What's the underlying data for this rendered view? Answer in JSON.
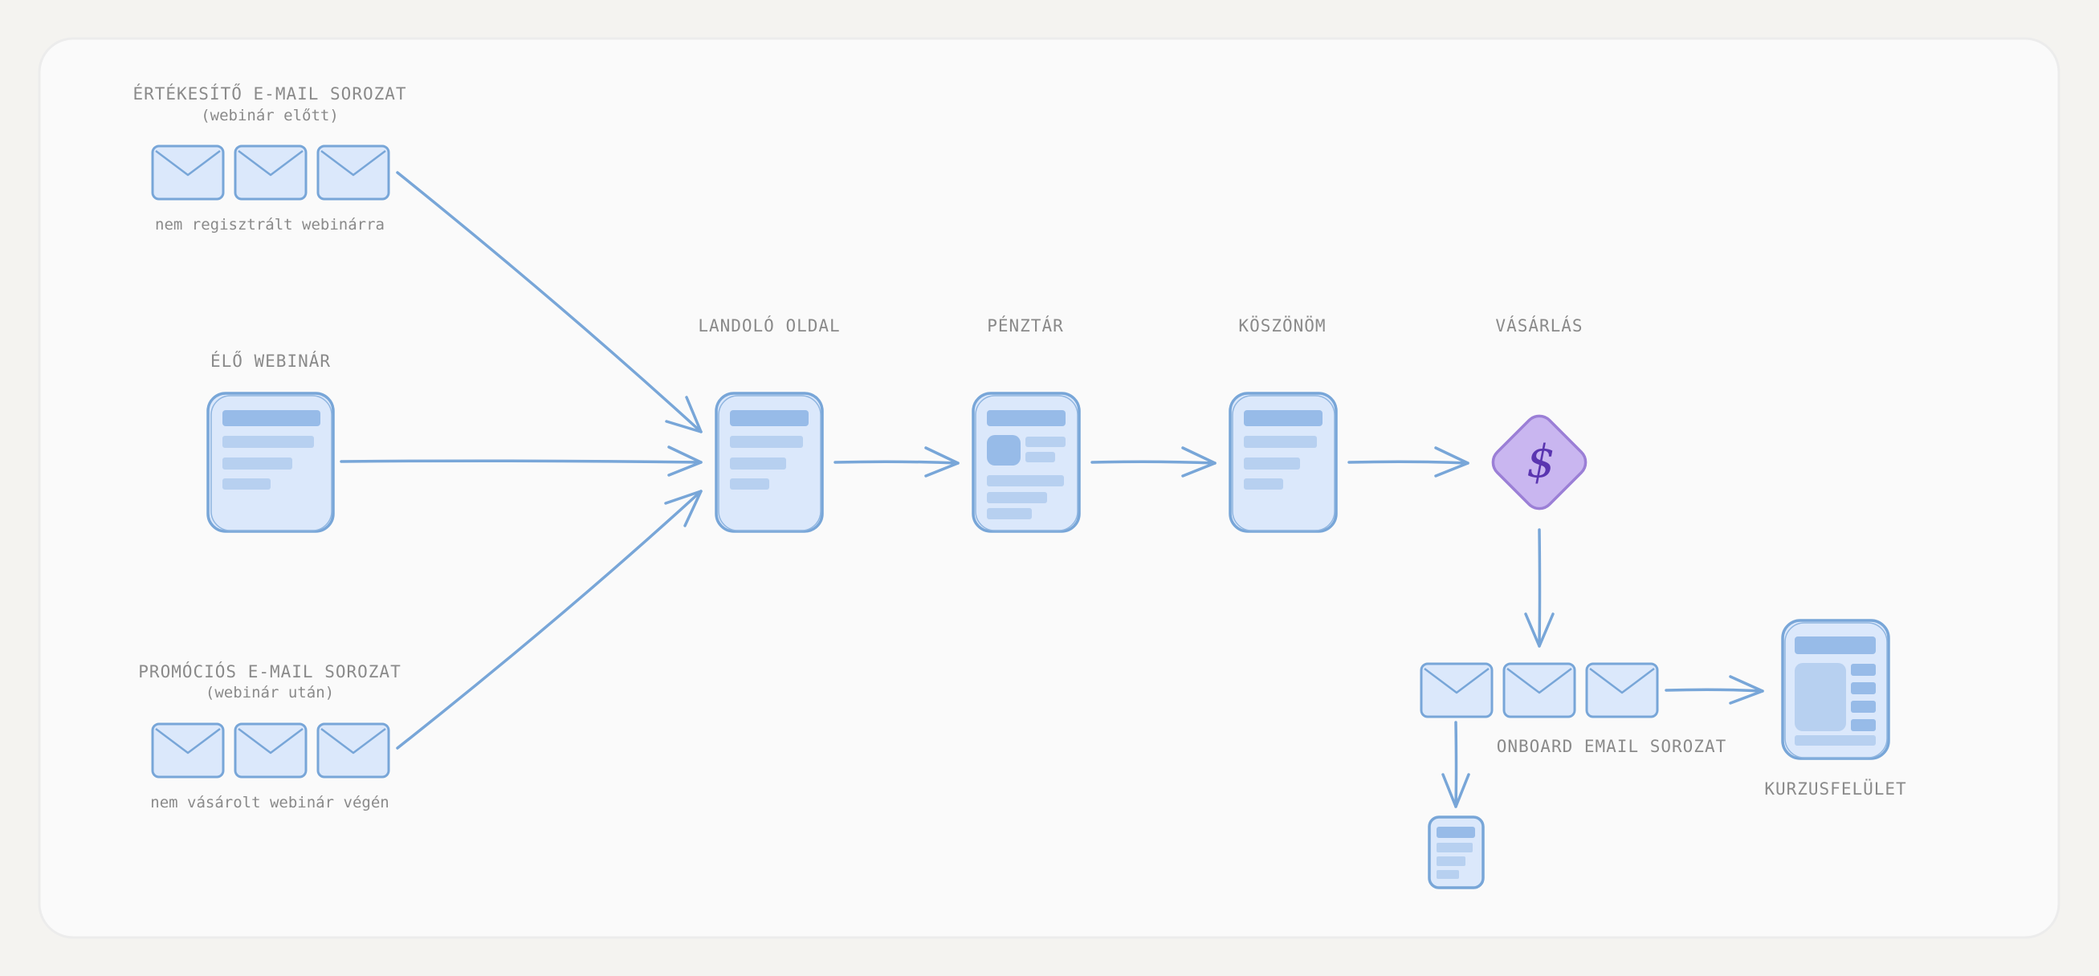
{
  "diagram": {
    "title": "",
    "colors": {
      "background": "#f4f3f0",
      "panel": "#fafafa",
      "stroke": "#78a6d8",
      "fill": "#dbe8fb",
      "label": "#8a8a8a",
      "purchase_fill": "#c9b6f0",
      "purchase_stroke": "#9b7fd6",
      "purchase_icon": "#5a35b0"
    },
    "nodes": {
      "email_pre": {
        "title": "ÉRTÉKESÍTŐ E-MAIL SOROZAT",
        "subtitle": "(webinár előtt)",
        "caption": "nem regisztrált webinárra",
        "icon": "envelope-icon"
      },
      "live_webinar": {
        "title": "ÉLŐ WEBINÁR"
      },
      "email_post": {
        "title": "PROMÓCIÓS E-MAIL SOROZAT",
        "subtitle": "(webinár után)",
        "caption": "nem vásárolt webinár végén",
        "icon": "envelope-icon"
      },
      "landing": {
        "title": "LANDOLÓ OLDAL"
      },
      "checkout": {
        "title": "PÉNZTÁR"
      },
      "thankyou": {
        "title": "KÖSZÖNÖM"
      },
      "purchase": {
        "title": "VÁSÁRLÁS",
        "symbol": "$",
        "icon": "dollar-icon"
      },
      "onboard": {
        "title": "ONBOARD EMAIL SOROZAT",
        "icon": "envelope-icon"
      },
      "course": {
        "title": "KURZUSFELÜLET"
      }
    },
    "edges": [
      [
        "email_pre",
        "landing"
      ],
      [
        "live_webinar",
        "landing"
      ],
      [
        "email_post",
        "landing"
      ],
      [
        "landing",
        "checkout"
      ],
      [
        "checkout",
        "thankyou"
      ],
      [
        "thankyou",
        "purchase"
      ],
      [
        "purchase",
        "onboard"
      ],
      [
        "onboard",
        "course"
      ],
      [
        "onboard",
        "mini_page"
      ]
    ]
  }
}
